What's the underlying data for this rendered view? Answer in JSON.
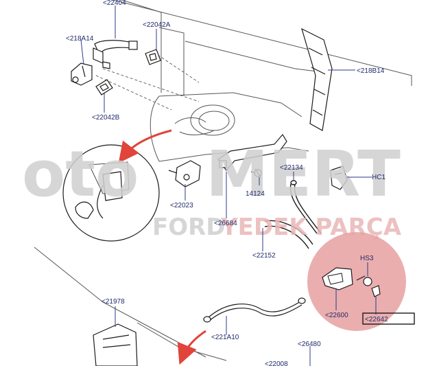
{
  "colors": {
    "label": "#1f2a6b",
    "leader": "#2a3a8f",
    "part_stroke": "#1a1a1a",
    "body_stroke": "#555555",
    "highlight_fill": "#e7a0a0",
    "arrow_red": "#e0443a",
    "watermark_gray": "#d0d0d0",
    "watermark_pink": "#e9b7b7"
  },
  "watermark": {
    "brand_left": "oto",
    "brand_right": "MERT",
    "tagline_left": "FORD",
    "tagline_right": "YEDEK PARÇA"
  },
  "labels": {
    "l_22404": "<22404",
    "l_22042a": "<22042A",
    "l_218a14": "<218A14",
    "l_218b14": "<218B14",
    "l_22042b": "<22042B",
    "l_22134": "<22134",
    "l_hc1": "HC1",
    "l_22023": "<22023",
    "l_14124": "14124",
    "l_26684": "<26684",
    "l_22152": "<22152",
    "l_hs3": "HS3",
    "l_22600": "<22600",
    "l_22642": "<22642",
    "l_21978": "<21978",
    "l_221a10": "<221A10",
    "l_26480": "<26480",
    "l_22008": "<22008"
  }
}
